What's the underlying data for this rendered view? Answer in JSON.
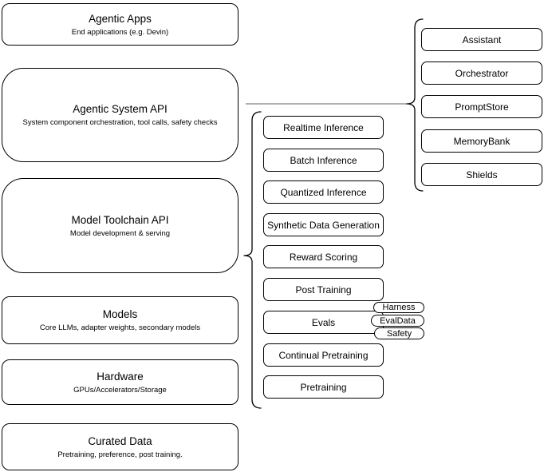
{
  "diagram": {
    "layers": [
      {
        "title": "Agentic Apps",
        "subtitle": "End applications (e.g. Devin)"
      },
      {
        "title": "Agentic System API",
        "subtitle": "System component orchestration, tool calls, safety checks"
      },
      {
        "title": "Model Toolchain API",
        "subtitle": "Model development & serving"
      },
      {
        "title": "Models",
        "subtitle": "Core LLMs, adapter weights, secondary models"
      },
      {
        "title": "Hardware",
        "subtitle": "GPUs/Accelerators/Storage"
      },
      {
        "title": "Curated Data",
        "subtitle": "Pretraining, preference, post training."
      }
    ],
    "toolchain_items": [
      "Realtime Inference",
      "Batch Inference",
      "Quantized Inference",
      "Synthetic Data Generation",
      "Reward Scoring",
      "Post Training",
      "Evals",
      "Continual Pretraining",
      "Pretraining"
    ],
    "system_components": [
      "Assistant",
      "Orchestrator",
      "PromptStore",
      "MemoryBank",
      "Shields"
    ],
    "eval_tags": [
      "Harness",
      "EvalData",
      "Safety"
    ],
    "colors": {
      "border": "#000000",
      "connector": "#808080",
      "background": "#ffffff",
      "text": "#000000"
    }
  }
}
